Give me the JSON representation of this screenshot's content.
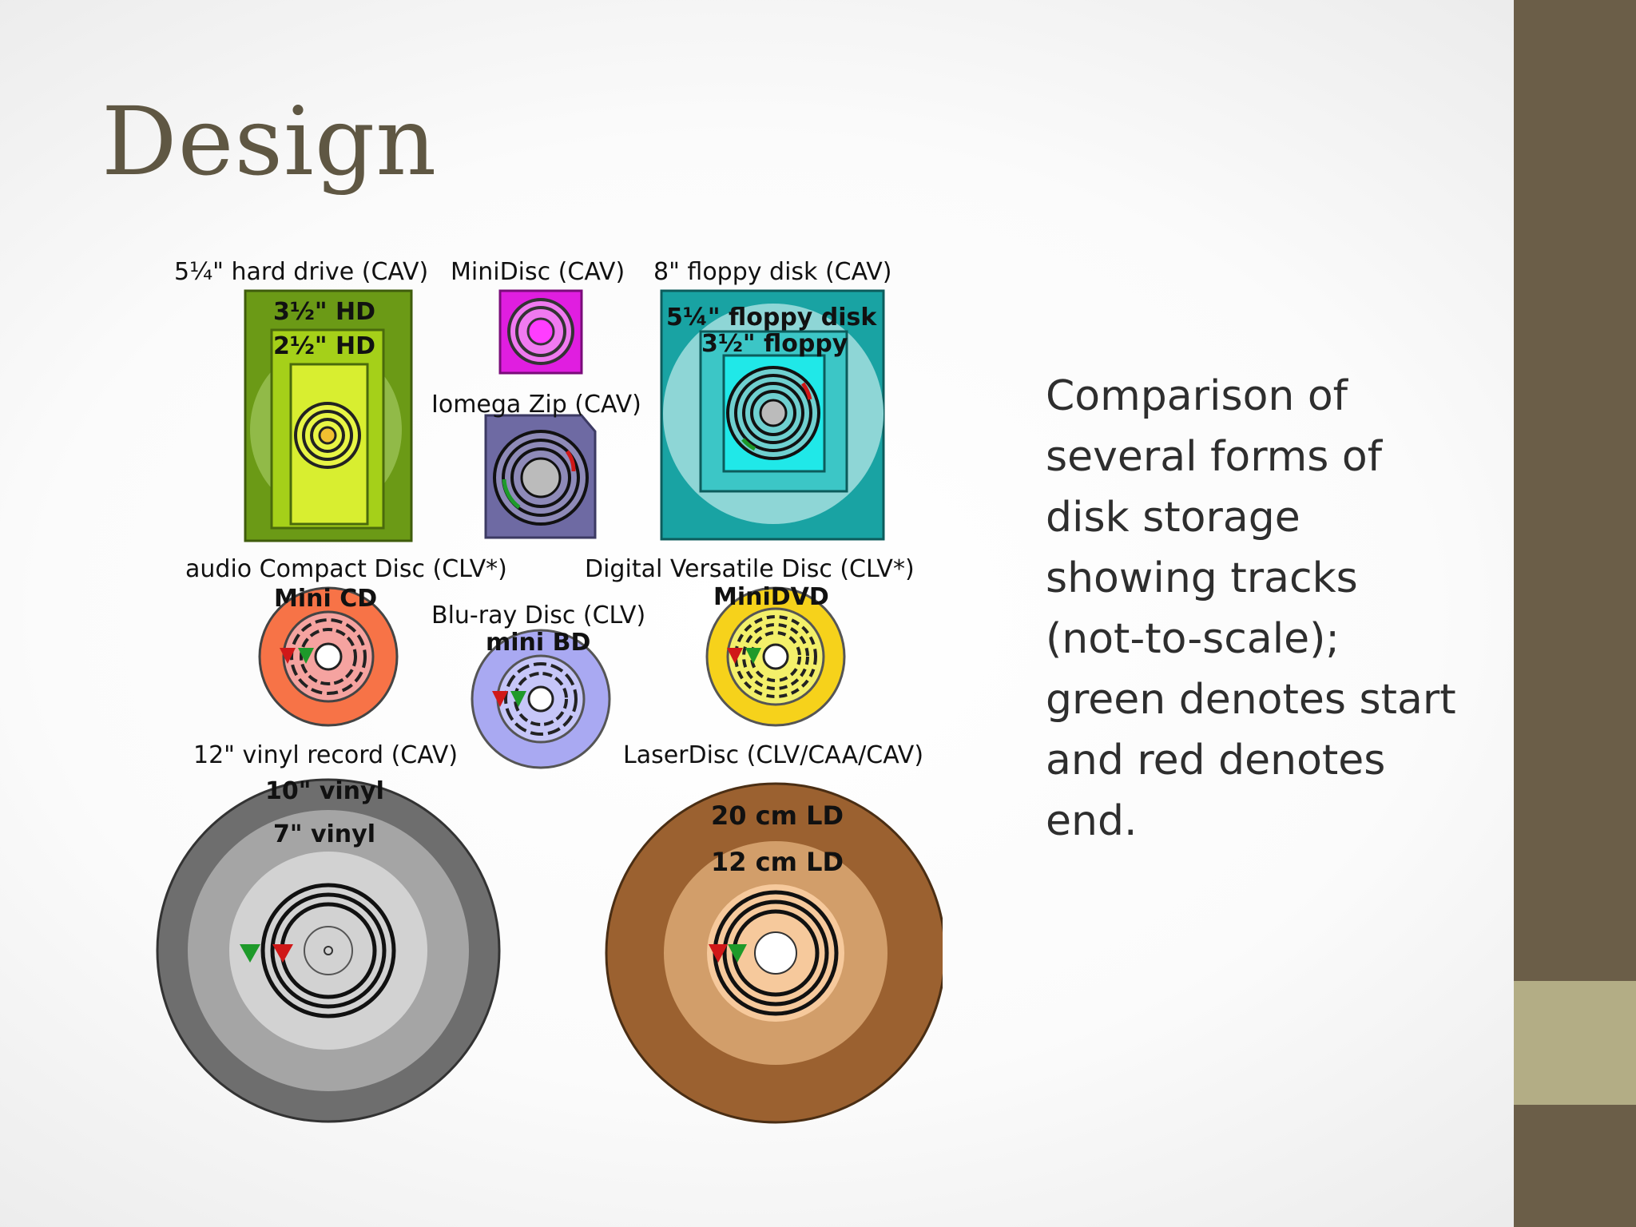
{
  "slide": {
    "title": "Design",
    "caption_lines": [
      "Comparison of",
      "several forms of",
      "disk storage",
      "showing tracks",
      "(not-to-scale);",
      "green denotes start",
      "and red denotes",
      "end."
    ]
  },
  "figure": {
    "labels": {
      "hard_drive": "5¼\" hard drive (CAV)",
      "hd_35": "3½\" HD",
      "hd_25": "2½\" HD",
      "minidisc": "MiniDisc (CAV)",
      "floppy_8": "8\" floppy disk (CAV)",
      "floppy_525": "5¼\" floppy disk",
      "floppy_35": "3½\" floppy",
      "zip": "Iomega Zip (CAV)",
      "cd": "audio Compact Disc (CLV*)",
      "mini_cd": "Mini CD",
      "dvd": "Digital Versatile Disc (CLV*)",
      "mini_dvd": "MiniDVD",
      "bluray": "Blu-ray Disc (CLV)",
      "mini_bd": "mini BD",
      "vinyl_12": "12\" vinyl record (CAV)",
      "vinyl_10": "10\" vinyl",
      "vinyl_7": "7\" vinyl",
      "laserdisc": "LaserDisc (CLV/CAA/CAV)",
      "ld_20": "20 cm LD",
      "ld_12": "12 cm LD"
    },
    "colors": {
      "hard_drive": "#6b9a16",
      "minidisc": "#e01ee0",
      "floppy": "#19a3a3",
      "zip": "#6e6aa3",
      "cd": "#f77347",
      "bluray": "#a9a9f2",
      "dvd": "#f6d21b",
      "vinyl": "#6e6e6e",
      "laserdisc": "#9b6130",
      "start_marker": "#1e9a2a",
      "end_marker": "#d01818"
    }
  }
}
